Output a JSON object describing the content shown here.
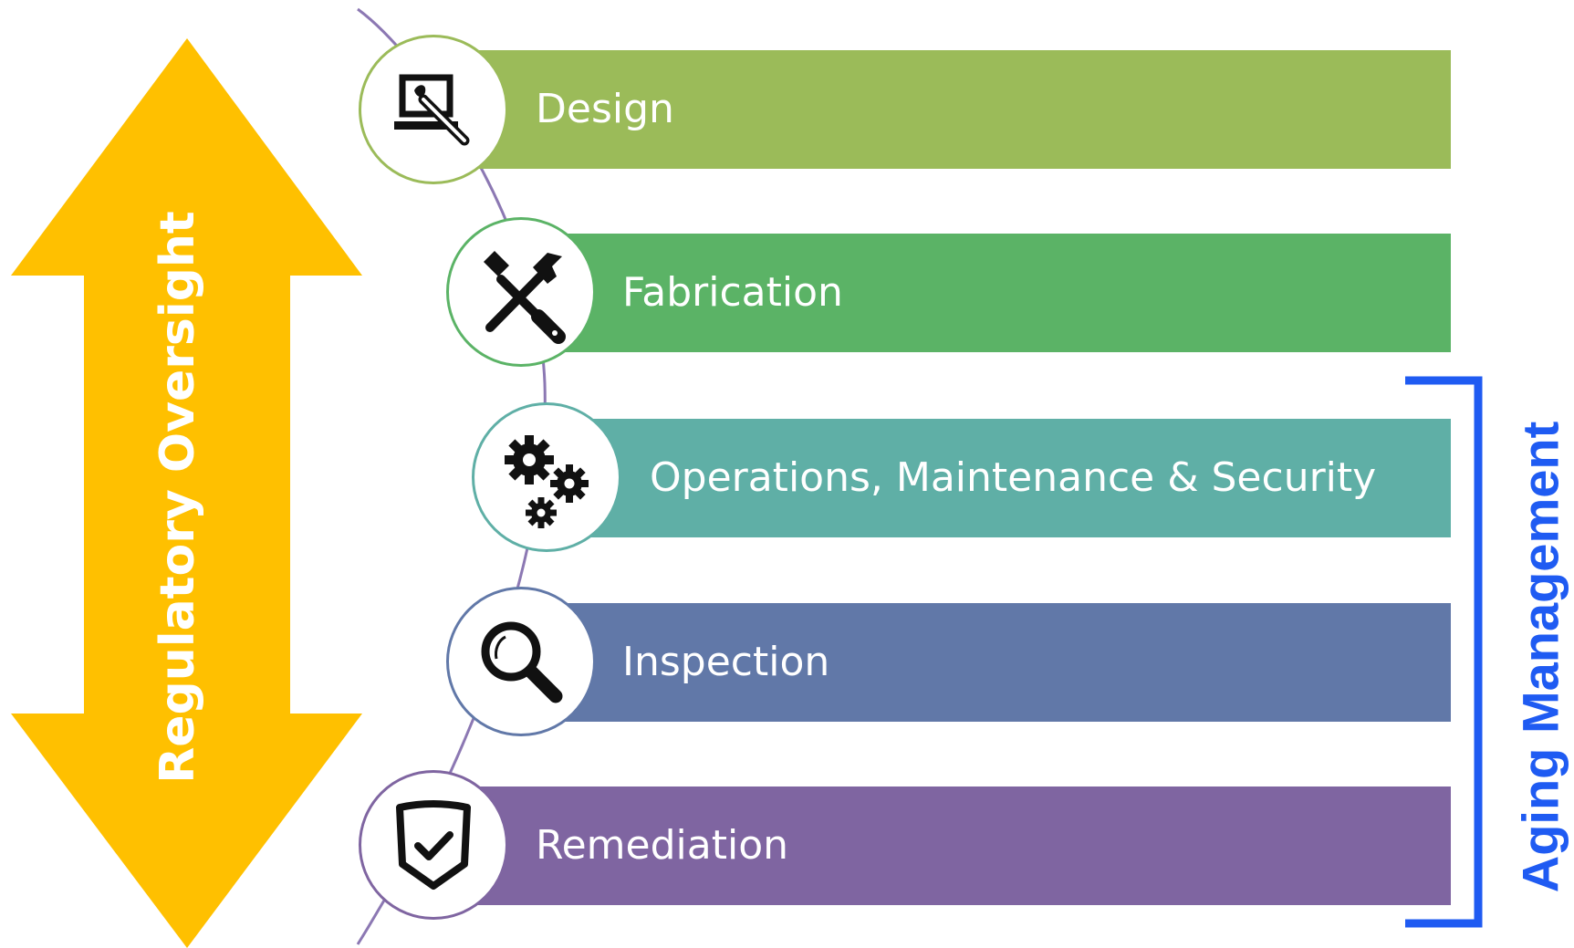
{
  "oversight": {
    "label": "Regulatory Oversight",
    "color": "#FFC000"
  },
  "aging": {
    "label": "Aging Management",
    "color": "#1F5BF2"
  },
  "connector_color": "#8C78B3",
  "stages": [
    {
      "label": "Design",
      "color": "#9BBB59",
      "icon": "laptop-design-icon"
    },
    {
      "label": "Fabrication",
      "color": "#5BB366",
      "icon": "wrench-screwdriver-icon"
    },
    {
      "label": "Operations, Maintenance & Security",
      "color": "#5FAFA6",
      "icon": "gears-icon"
    },
    {
      "label": "Inspection",
      "color": "#6178A8",
      "icon": "magnifier-icon"
    },
    {
      "label": "Remediation",
      "color": "#7F65A1",
      "icon": "shield-check-icon"
    }
  ]
}
